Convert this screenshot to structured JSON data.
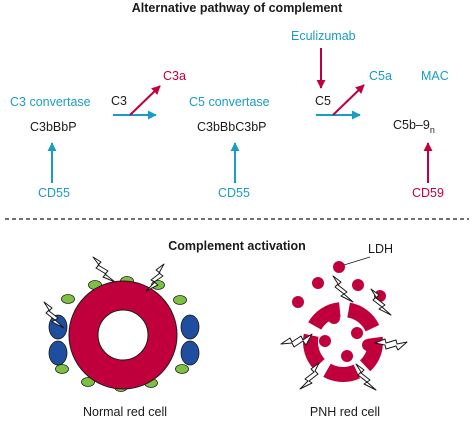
{
  "title_top": "Alternative pathway of complement",
  "title_bottom": "Complement activation",
  "colors": {
    "teal": "#1a9cc4",
    "crimson": "#c0003c",
    "green": "#7cc142",
    "navy": "#1f4e9e",
    "dark": "#1a1a1a"
  },
  "pathway": {
    "c3_convertase": "C3 convertase",
    "c3bbbp": "C3bBbP",
    "c3": "C3",
    "c3a": "C3a",
    "c5_convertase": "C5 convertase",
    "c3bbbc3bp": "C3bBbC3bP",
    "eculizumab": "Eculizumab",
    "c5": "C5",
    "c5a": "C5a",
    "mac": "MAC",
    "c5b9": "C5b–9",
    "c5b9_sub": "n",
    "cd55_left": "CD55",
    "cd55_mid": "CD55",
    "cd59": "CD59"
  },
  "activation": {
    "ldh": "LDH",
    "normal_label": "Normal red cell",
    "pnh_label": "PNH red cell"
  }
}
